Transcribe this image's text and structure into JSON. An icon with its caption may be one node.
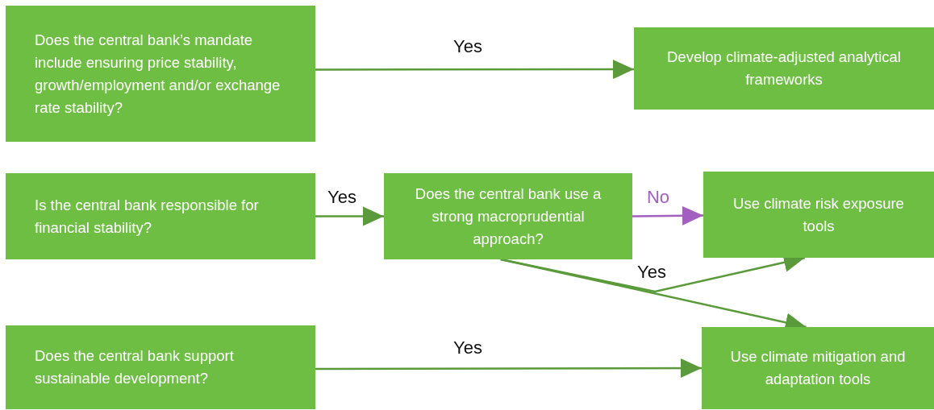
{
  "diagram": {
    "nodes": [
      {
        "text": [
          "Does the central bank’s mandate include ensuring  price stability, growth/employment and/or exchange rate stability?"
        ]
      },
      {
        "text": [
          "Develop climate-adjusted analytical frameworks"
        ]
      },
      {
        "text": [
          "Is the central bank responsible for financial stability?"
        ]
      },
      {
        "text": [
          "Does the central bank use a strong macroprudential approach?"
        ]
      },
      {
        "text": [
          "Use climate risk exposure tools"
        ]
      },
      {
        "text": [
          "Does the central bank support sustainable development?"
        ]
      },
      {
        "text": [
          "Use climate mitigation and adaptation tools"
        ]
      }
    ],
    "edges": [
      {
        "from": 0,
        "to": 1,
        "arrow": "to",
        "label": "Yes"
      },
      {
        "from": 2,
        "to": 3,
        "arrow": "to",
        "label": "Yes"
      },
      {
        "from": 3,
        "to": 4,
        "arrow": "to",
        "label": "No",
        "color": "#a25fbf"
      },
      {
        "from": 3,
        "to": 4,
        "arrow": "to",
        "label": "Yes"
      },
      {
        "from": 3,
        "to": 6,
        "arrow": "to"
      },
      {
        "from": 5,
        "to": 6,
        "arrow": "to",
        "label": "Yes"
      }
    ]
  }
}
